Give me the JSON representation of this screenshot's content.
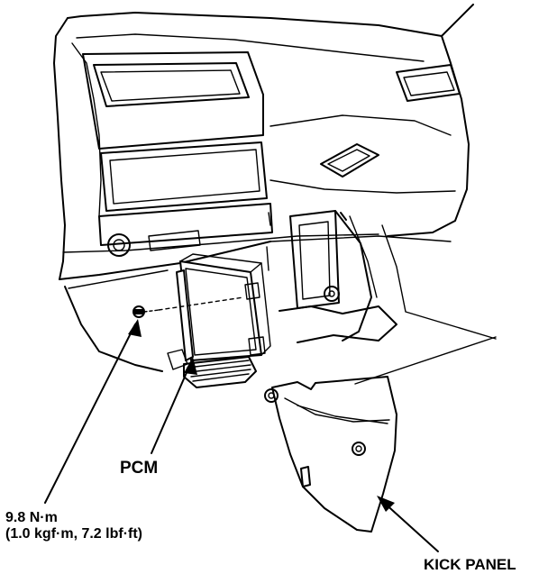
{
  "labels": {
    "pcm": "PCM",
    "torque_line1": "9.8 N·m",
    "torque_line2": "(1.0 kgf·m, 7.2 lbf·ft)",
    "kick_panel": "KICK PANEL"
  },
  "colors": {
    "ink": "#000000",
    "paper": "#ffffff"
  }
}
